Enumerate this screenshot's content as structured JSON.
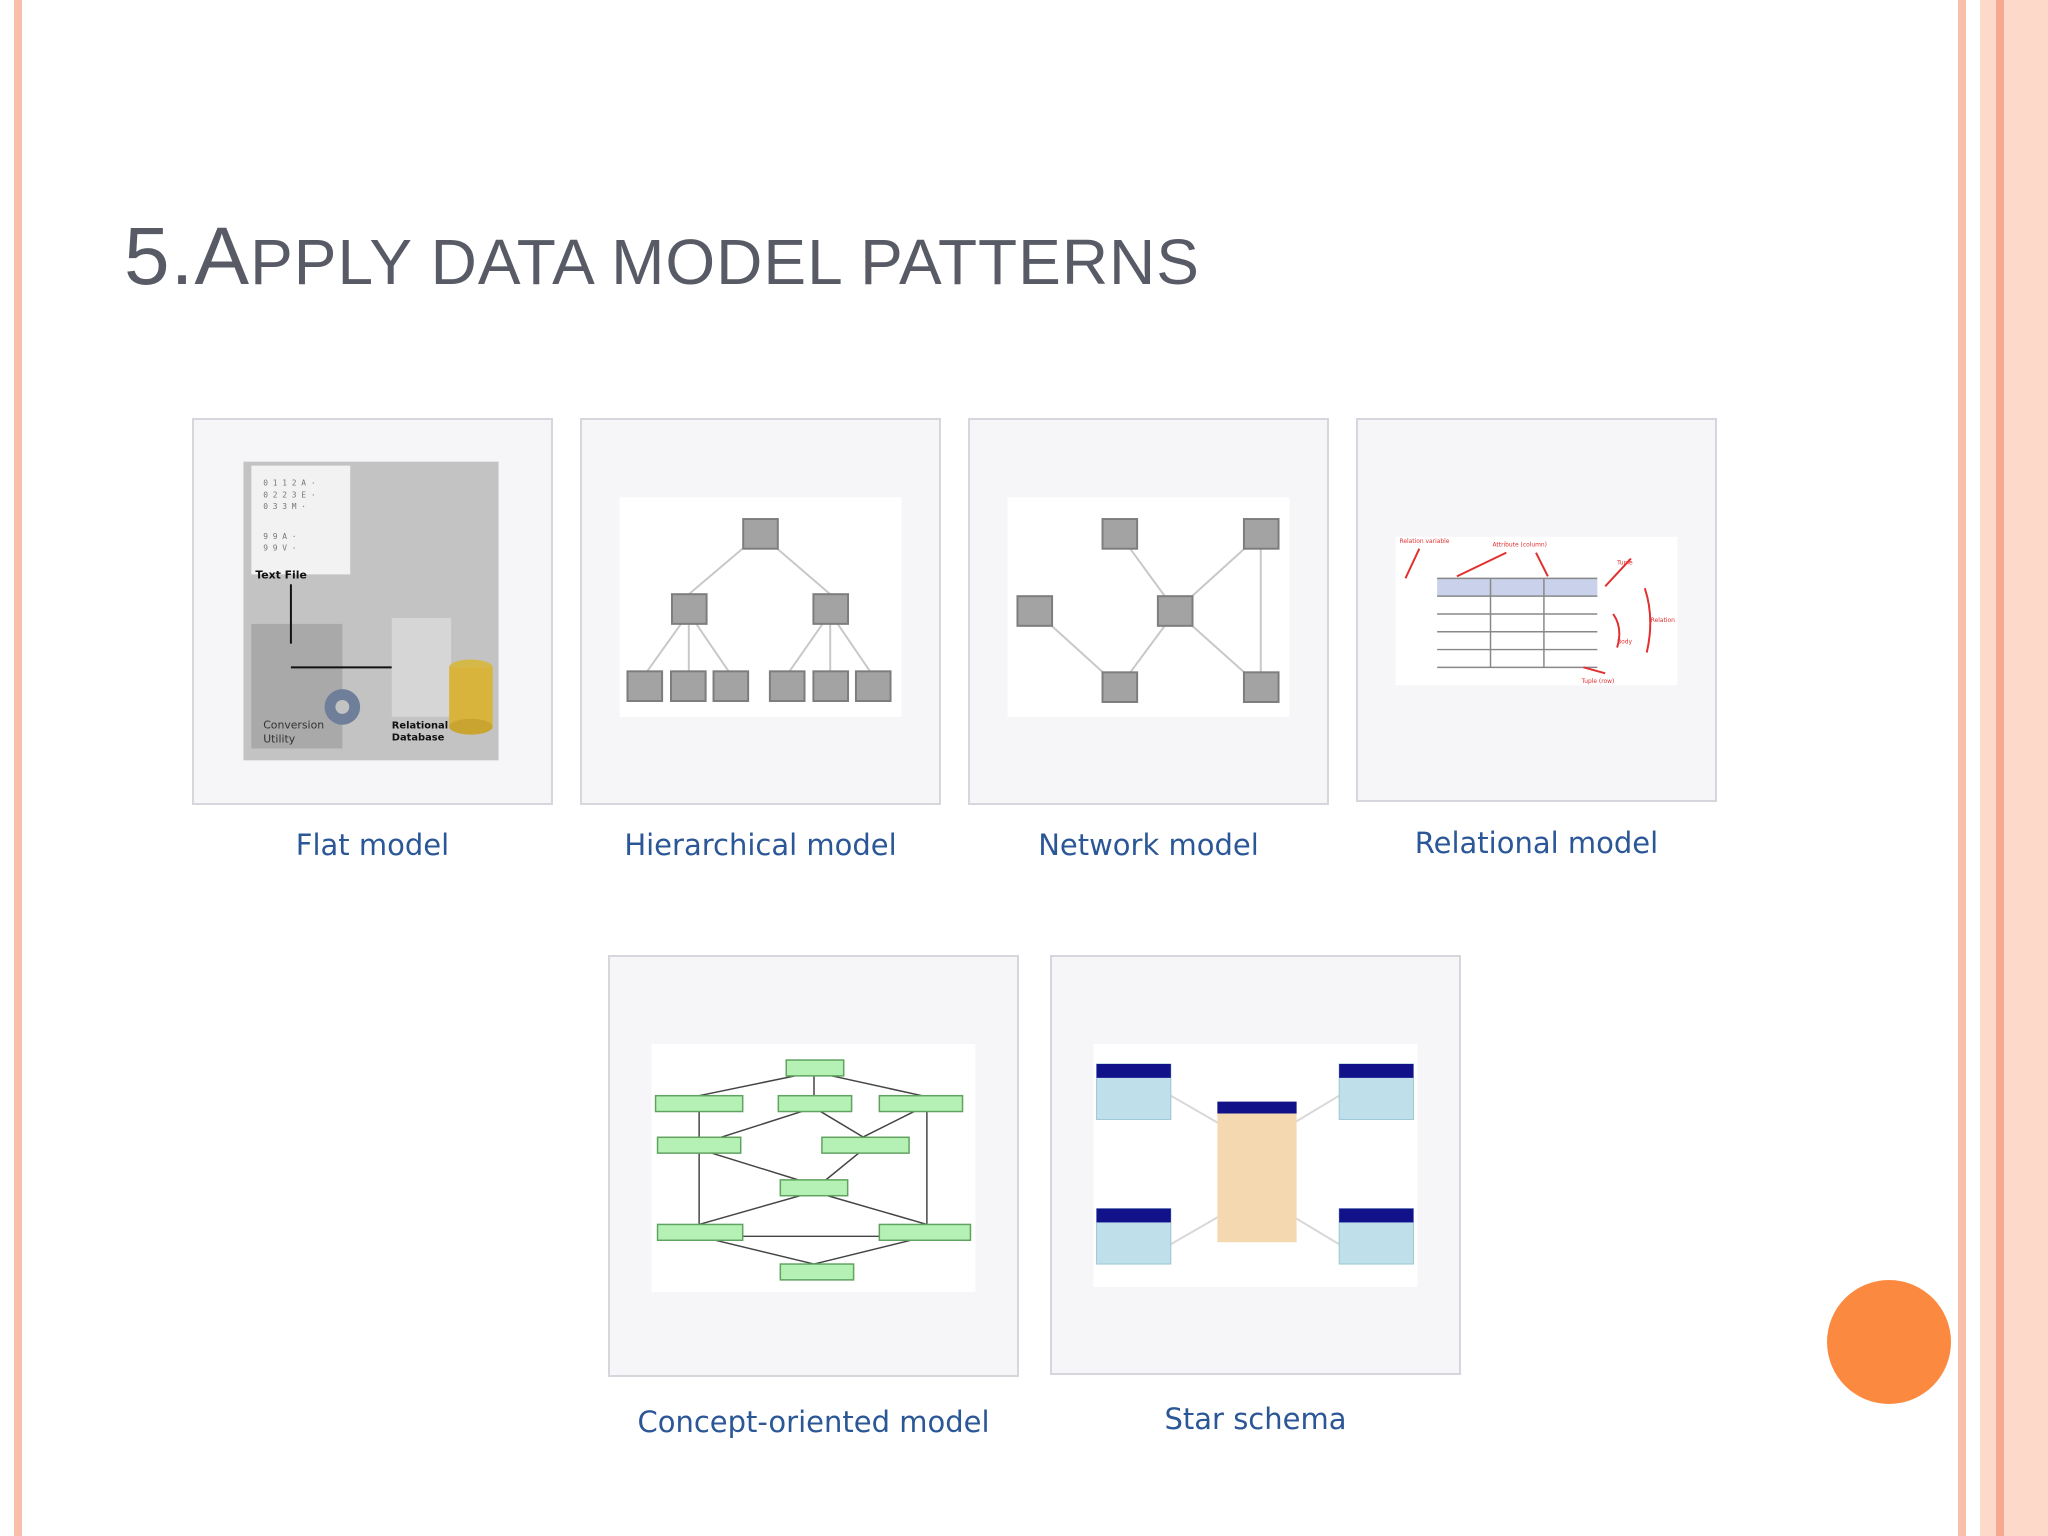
{
  "slide": {
    "title_number": "5.",
    "title_initial": "A",
    "title_rest": "pply data model patterns"
  },
  "models": [
    {
      "caption": "Flat model"
    },
    {
      "caption": "Hierarchical model"
    },
    {
      "caption": "Network model"
    },
    {
      "caption": "Relational model"
    },
    {
      "caption": "Concept-oriented model"
    },
    {
      "caption": "Star schema"
    }
  ],
  "flat_labels": {
    "text_file": "Text File",
    "conversion": "Conversion Utility",
    "relational_db": "Relational Database"
  },
  "colors": {
    "title": "#585b66",
    "caption": "#2b5797",
    "accent_dot": "#fb8a40",
    "border_salmon": "#f7b9a3"
  }
}
